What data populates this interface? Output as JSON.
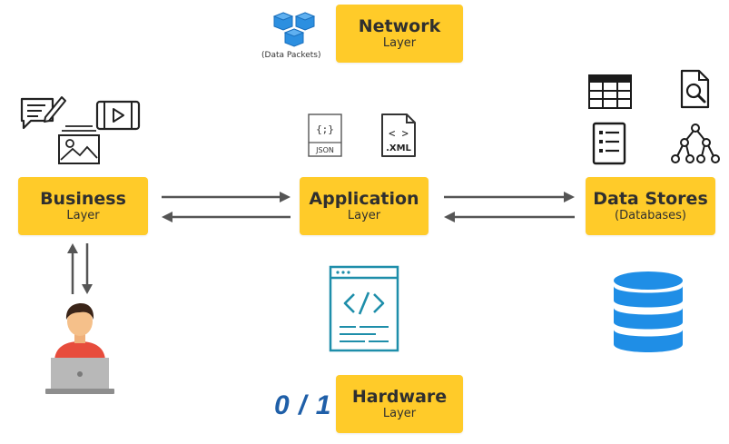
{
  "layers": {
    "network": {
      "title": "Network",
      "subtitle": "Layer"
    },
    "business": {
      "title": "Business",
      "subtitle": "Layer"
    },
    "application": {
      "title": "Application",
      "subtitle": "Layer"
    },
    "datastores": {
      "title": "Data Stores",
      "subtitle": "(Databases)"
    },
    "hardware": {
      "title": "Hardware",
      "subtitle": "Layer"
    }
  },
  "network_icon": {
    "caption": "(Data Packets)",
    "icon": "cubes-icon"
  },
  "file_icons": {
    "json_label": "JSON",
    "json_glyph": "{;}",
    "xml_label": ".XML",
    "xml_glyph": "< >"
  },
  "binary_text": "0 / 1",
  "colors": {
    "layer_box": "#ffcb29",
    "arrow": "#555555",
    "cube_blue": "#2c8fe0",
    "code_teal": "#1e8eaa",
    "database_blue": "#1f8ee6",
    "binary_blue": "#1f5fa8",
    "user_shirt": "#e74c3c"
  }
}
